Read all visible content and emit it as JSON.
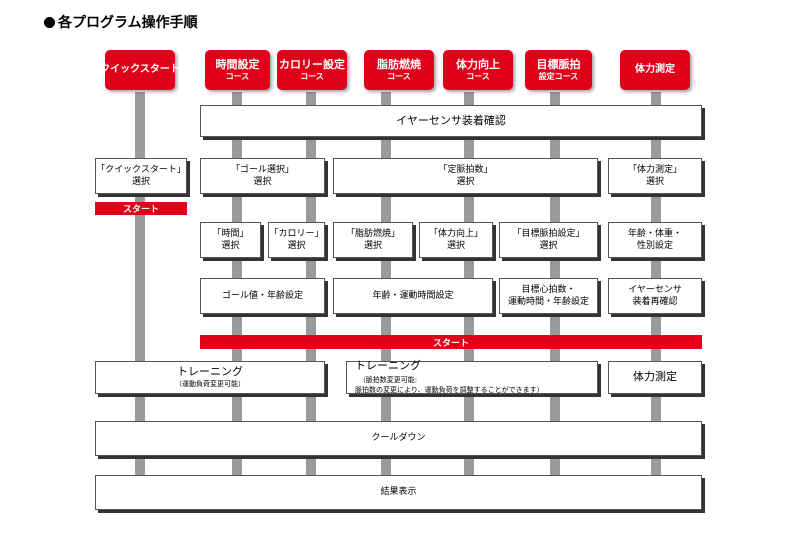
{
  "title": "各プログラム操作手順",
  "programs": [
    {
      "line1": "クイックスタート",
      "line2": ""
    },
    {
      "line1": "時間設定",
      "line2": "コース"
    },
    {
      "line1": "カロリー設定",
      "line2": "コース"
    },
    {
      "line1": "脂肪燃焼",
      "line2": "コース"
    },
    {
      "line1": "体力向上",
      "line2": "コース"
    },
    {
      "line1": "目標脈拍",
      "line2": "設定コース"
    },
    {
      "line1": "体力測定",
      "line2": ""
    }
  ],
  "steps": {
    "ear_sensor": "イヤーセンサ装着確認",
    "quick_select": {
      "line1": "「クイックスタート」",
      "line2": "選択"
    },
    "goal_select": {
      "line1": "「ゴール選択」",
      "line2": "選択"
    },
    "pulse_select": {
      "line1": "「定脈拍数」",
      "line2": "選択"
    },
    "fitness_select": {
      "line1": "「体力測定」",
      "line2": "選択"
    },
    "start_label": "スタート",
    "time_select": {
      "line1": "「時間」",
      "line2": "選択"
    },
    "calorie_select": {
      "line1": "「カロリー」",
      "line2": "選択"
    },
    "fatburn_select": {
      "line1": "「脂肪燃焼」",
      "line2": "選択"
    },
    "stamina_select": {
      "line1": "「体力向上」",
      "line2": "選択"
    },
    "targetpulse_select": {
      "line1": "「目標脈拍設定」",
      "line2": "選択"
    },
    "age_weight_gender": {
      "line1": "年齢・体重・",
      "line2": "性別設定"
    },
    "goal_age_setting": "ゴール値・年齢設定",
    "age_time_setting": "年齢・運動時間設定",
    "target_hr_setting": {
      "line1": "目標心拍数・",
      "line2": "運動時間・年齢設定"
    },
    "ear_sensor_recheck": {
      "line1": "イヤーセンサ",
      "line2": "装着再確認"
    },
    "start_label_2": "スタート",
    "training1": {
      "line1": "トレーニング",
      "line2": "（運動負荷変更可能）"
    },
    "training2": {
      "main": "トレーニング",
      "note": "（脈拍数変更可能:",
      "line2": "脈拍数の変更により、運動負荷を調整することができます）"
    },
    "fitness_measure": "体力測定",
    "cooldown": "クールダウン",
    "results": "結果表示"
  }
}
